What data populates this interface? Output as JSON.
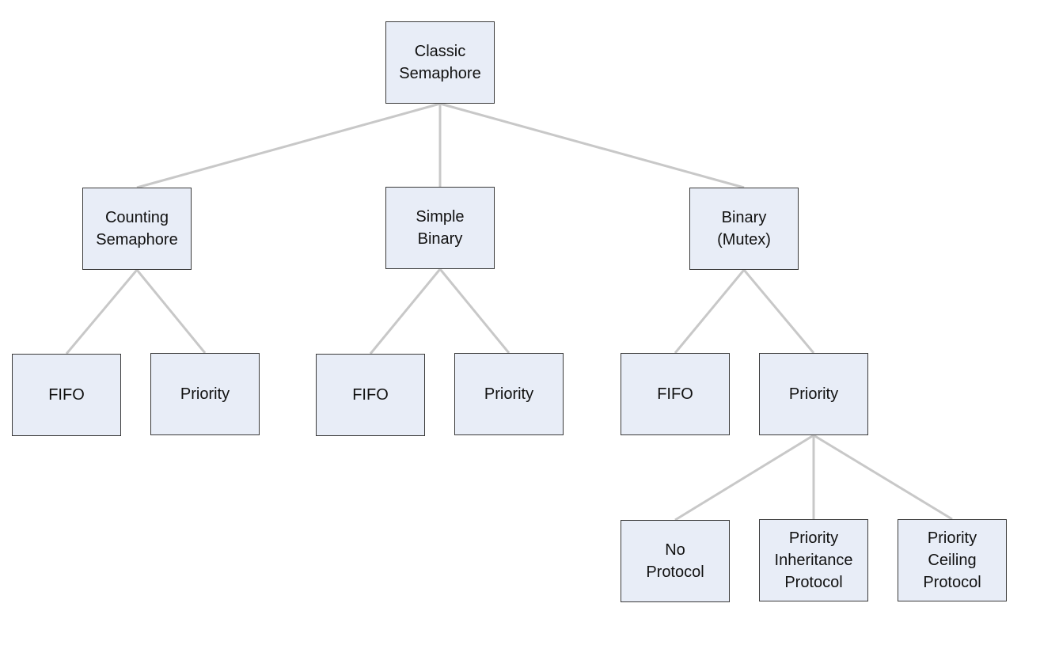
{
  "diagram": {
    "root": {
      "label": "Classic\nSemaphore"
    },
    "counting": {
      "label": "Counting\nSemaphore",
      "fifo": {
        "label": "FIFO"
      },
      "priority": {
        "label": "Priority"
      }
    },
    "simple_binary": {
      "label": "Simple\nBinary",
      "fifo": {
        "label": "FIFO"
      },
      "priority": {
        "label": "Priority"
      }
    },
    "binary_mutex": {
      "label": "Binary\n(Mutex)",
      "fifo": {
        "label": "FIFO"
      },
      "priority": {
        "label": "Priority",
        "no_protocol": {
          "label": "No\nProtocol"
        },
        "inheritance": {
          "label": "Priority\nInheritance\nProtocol"
        },
        "ceiling": {
          "label": "Priority\nCeiling\nProtocol"
        }
      }
    }
  },
  "colors": {
    "node_fill": "#e8edf7",
    "node_border": "#3a3a3a",
    "connector": "#c8c8c8"
  }
}
